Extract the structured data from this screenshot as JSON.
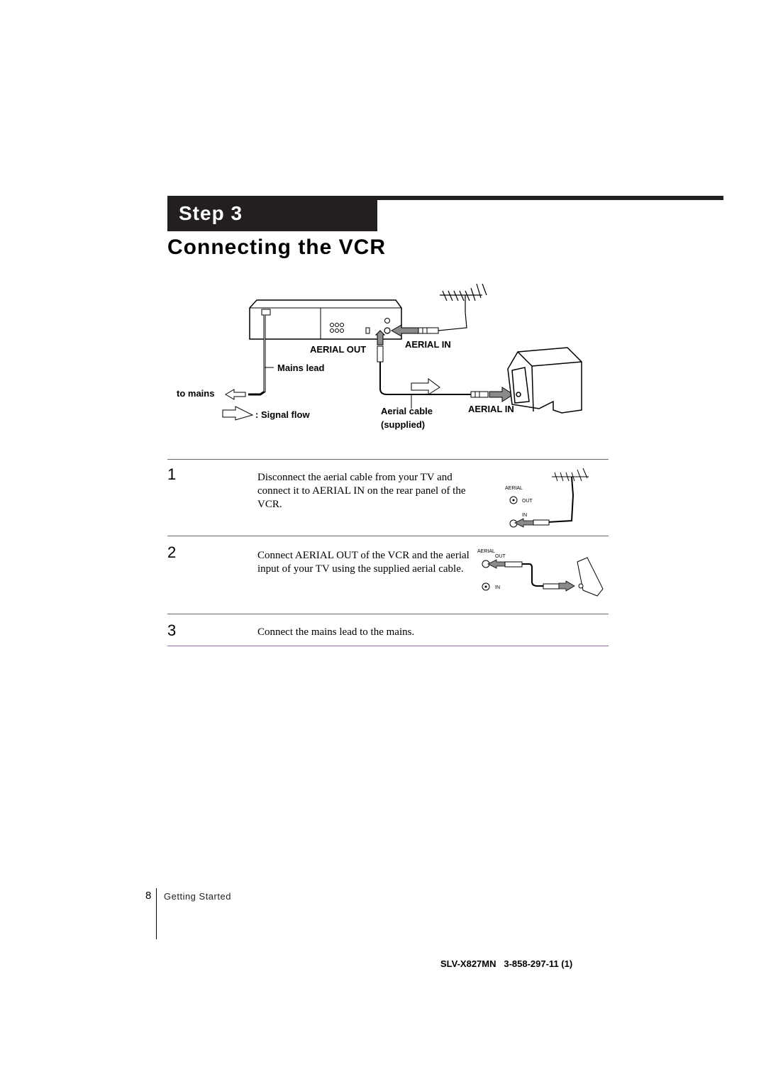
{
  "header": {
    "step_label": "Step 3",
    "title": "Connecting the VCR"
  },
  "diagram": {
    "aerial_out": "AERIAL OUT",
    "aerial_in_vcr": "AERIAL IN",
    "mains_lead": "Mains lead",
    "to_mains": "to mains",
    "signal_flow": ": Signal flow",
    "aerial_cable": "Aerial cable",
    "supplied": "(supplied)",
    "aerial_in_tv": "AERIAL IN"
  },
  "steps": [
    {
      "number": "1",
      "text": "Disconnect the aerial cable from your TV and connect it to AERIAL IN on the rear panel of the VCR.",
      "figure": {
        "aerial": "AERIAL",
        "out": "OUT",
        "in": "IN"
      }
    },
    {
      "number": "2",
      "text": "Connect AERIAL OUT of the VCR and the aerial input of your TV using the supplied aerial cable.",
      "figure": {
        "aerial": "AERIAL",
        "out": "OUT",
        "in": "IN"
      }
    },
    {
      "number": "3",
      "text": "Connect the mains lead to the mains."
    }
  ],
  "footer": {
    "page_number": "8",
    "section": "Getting Started",
    "model_code": "SLV-X827MN   3-858-297-11 (1)"
  }
}
